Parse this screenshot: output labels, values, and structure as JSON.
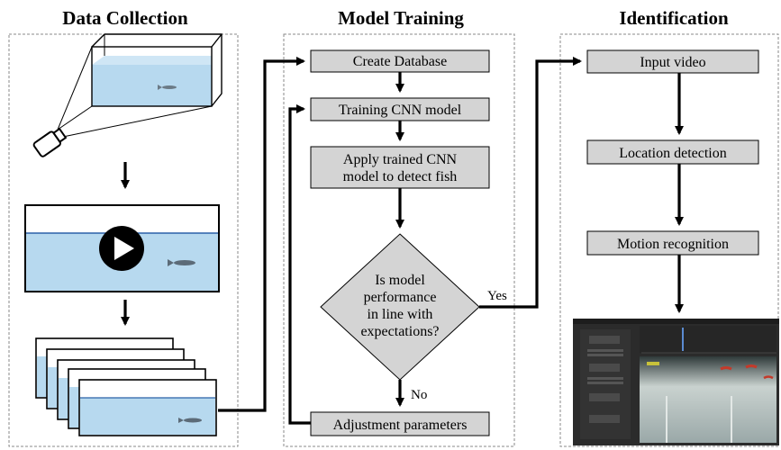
{
  "sections": {
    "data_collection": {
      "title": "Data Collection"
    },
    "model_training": {
      "title": "Model Training",
      "steps": {
        "create_database": "Create Database",
        "training_cnn": "Training CNN model",
        "apply_model_line1": "Apply trained CNN",
        "apply_model_line2": "model to detect fish",
        "decision_line1": "Is model",
        "decision_line2": "performance",
        "decision_line3": "in line with",
        "decision_line4": "expectations?",
        "adjustment": "Adjustment parameters"
      },
      "branch_yes": "Yes",
      "branch_no": "No"
    },
    "identification": {
      "title": "Identification",
      "steps": {
        "input_video": "Input video",
        "location_detection": "Location detection",
        "motion_recognition": "Motion recognition"
      }
    }
  },
  "colors": {
    "box_fill": "#d4d4d4",
    "water": "#b7d9ef",
    "water_line": "#2b61a8",
    "arrow": "#000000",
    "panel_border": "#8a8a8a",
    "screen_bg": "#2b2b2b"
  },
  "icons": [
    "camera-icon",
    "play-icon",
    "fish-icon"
  ]
}
